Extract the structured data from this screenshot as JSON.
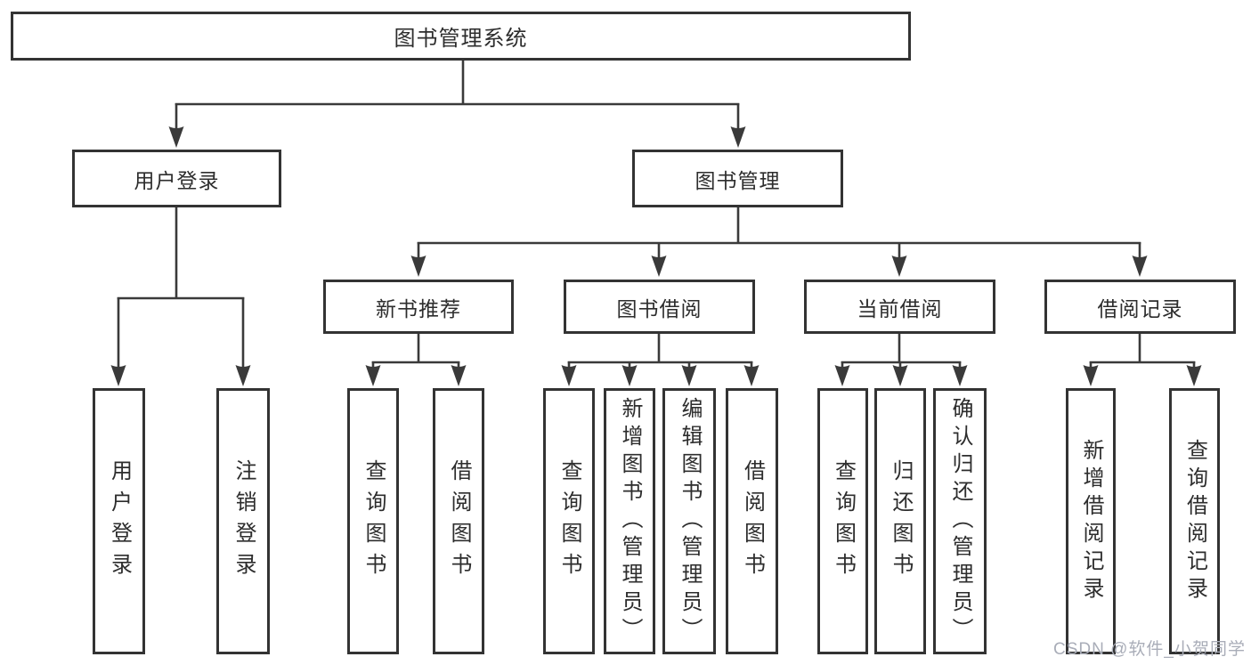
{
  "diagram": {
    "root": {
      "label": "图书管理系统"
    },
    "user_login": {
      "label": "用户登录",
      "children": [
        {
          "label": "用户登录"
        },
        {
          "label": "注销登录"
        }
      ]
    },
    "book_management": {
      "label": "图书管理",
      "sections": [
        {
          "label": "新书推荐",
          "children": [
            {
              "label": "查询图书"
            },
            {
              "label": "借阅图书"
            }
          ]
        },
        {
          "label": "图书借阅",
          "children": [
            {
              "label": "查询图书"
            },
            {
              "label": "新增图书（管理员）"
            },
            {
              "label": "编辑图书（管理员）"
            },
            {
              "label": "借阅图书"
            }
          ]
        },
        {
          "label": "当前借阅",
          "children": [
            {
              "label": "查询图书"
            },
            {
              "label": "归还图书"
            },
            {
              "label": "确认归还（管理员）"
            }
          ]
        },
        {
          "label": "借阅记录",
          "children": [
            {
              "label": "新增借阅记录"
            },
            {
              "label": "查询借阅记录"
            }
          ]
        }
      ]
    }
  },
  "watermark": {
    "text": "CSDN @软件_小贺同学"
  },
  "colors": {
    "line": "#3a3a3a",
    "box_border": "#333333",
    "text": "#2d2d2d",
    "watermark": "#a9adb8",
    "background": "#ffffff"
  }
}
